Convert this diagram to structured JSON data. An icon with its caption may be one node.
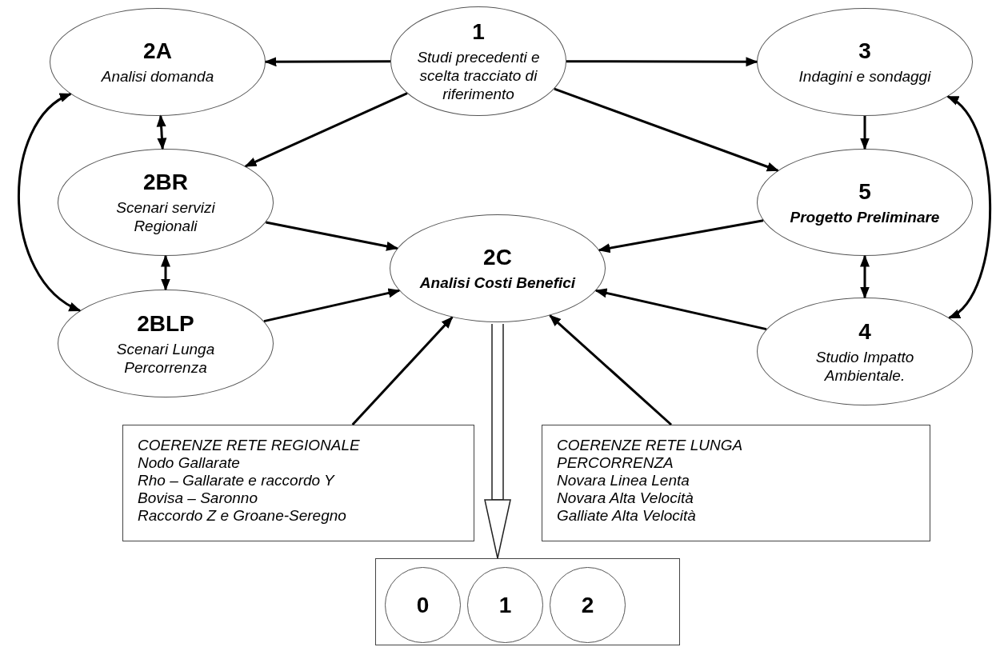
{
  "diagram": {
    "nodes": [
      {
        "text": [
          "1",
          "Studi precedenti e scelta tracciato di riferimento"
        ]
      },
      {
        "text": [
          "2A",
          "Analisi domanda"
        ]
      },
      {
        "text": [
          "3",
          "Indagini e sondaggi"
        ]
      },
      {
        "text": [
          "2BR",
          "Scenari servizi Regionali"
        ]
      },
      {
        "text": [
          "5",
          "Progetto Preliminare"
        ]
      },
      {
        "text": [
          "2C",
          "Analisi Costi Benefici"
        ]
      },
      {
        "text": [
          "2BLP",
          "Scenari Lunga Percorrenza"
        ]
      },
      {
        "text": [
          "4",
          "Studio Impatto Ambientale."
        ]
      },
      {
        "text": [
          "COERENZE RETE REGIONALE",
          "Nodo Gallarate",
          "Rho – Gallarate e raccordo Y",
          "Bovisa – Saronno",
          "Raccordo Z e Groane-Seregno"
        ]
      },
      {
        "text": [
          "COERENZE RETE LUNGA PERCORRENZA",
          "Novara Linea Lenta",
          "Novara Alta Velocità",
          "Galliate Alta Velocità"
        ]
      },
      {
        "text": [],
        "shape": "box"
      },
      {
        "text": [
          "0"
        ],
        "in": 10
      },
      {
        "text": [
          "1"
        ],
        "in": 10
      },
      {
        "text": [
          "2"
        ],
        "in": 10
      }
    ],
    "edges": [
      {
        "from": 0,
        "to": 1,
        "arrow": "to"
      },
      {
        "from": 0,
        "to": 2,
        "arrow": "to"
      },
      {
        "from": 0,
        "to": 3,
        "arrow": "to"
      },
      {
        "from": 0,
        "to": 4,
        "arrow": "to"
      },
      {
        "from": 1,
        "to": 3,
        "arrow": "both"
      },
      {
        "from": 3,
        "to": 6,
        "arrow": "both"
      },
      {
        "from": 1,
        "to": 6,
        "arrow": "both"
      },
      {
        "from": 2,
        "to": 4,
        "arrow": "to"
      },
      {
        "from": 2,
        "to": 7,
        "arrow": "both"
      },
      {
        "from": 4,
        "to": 7,
        "arrow": "both"
      },
      {
        "from": 3,
        "to": 5,
        "arrow": "to"
      },
      {
        "from": 6,
        "to": 5,
        "arrow": "to"
      },
      {
        "from": 4,
        "to": 5,
        "arrow": "to"
      },
      {
        "from": 7,
        "to": 5,
        "arrow": "to"
      },
      {
        "from": 8,
        "to": 5,
        "arrow": "to"
      },
      {
        "from": 9,
        "to": 5,
        "arrow": "to"
      },
      {
        "from": 5,
        "to": 10,
        "arrow": "to"
      }
    ]
  }
}
